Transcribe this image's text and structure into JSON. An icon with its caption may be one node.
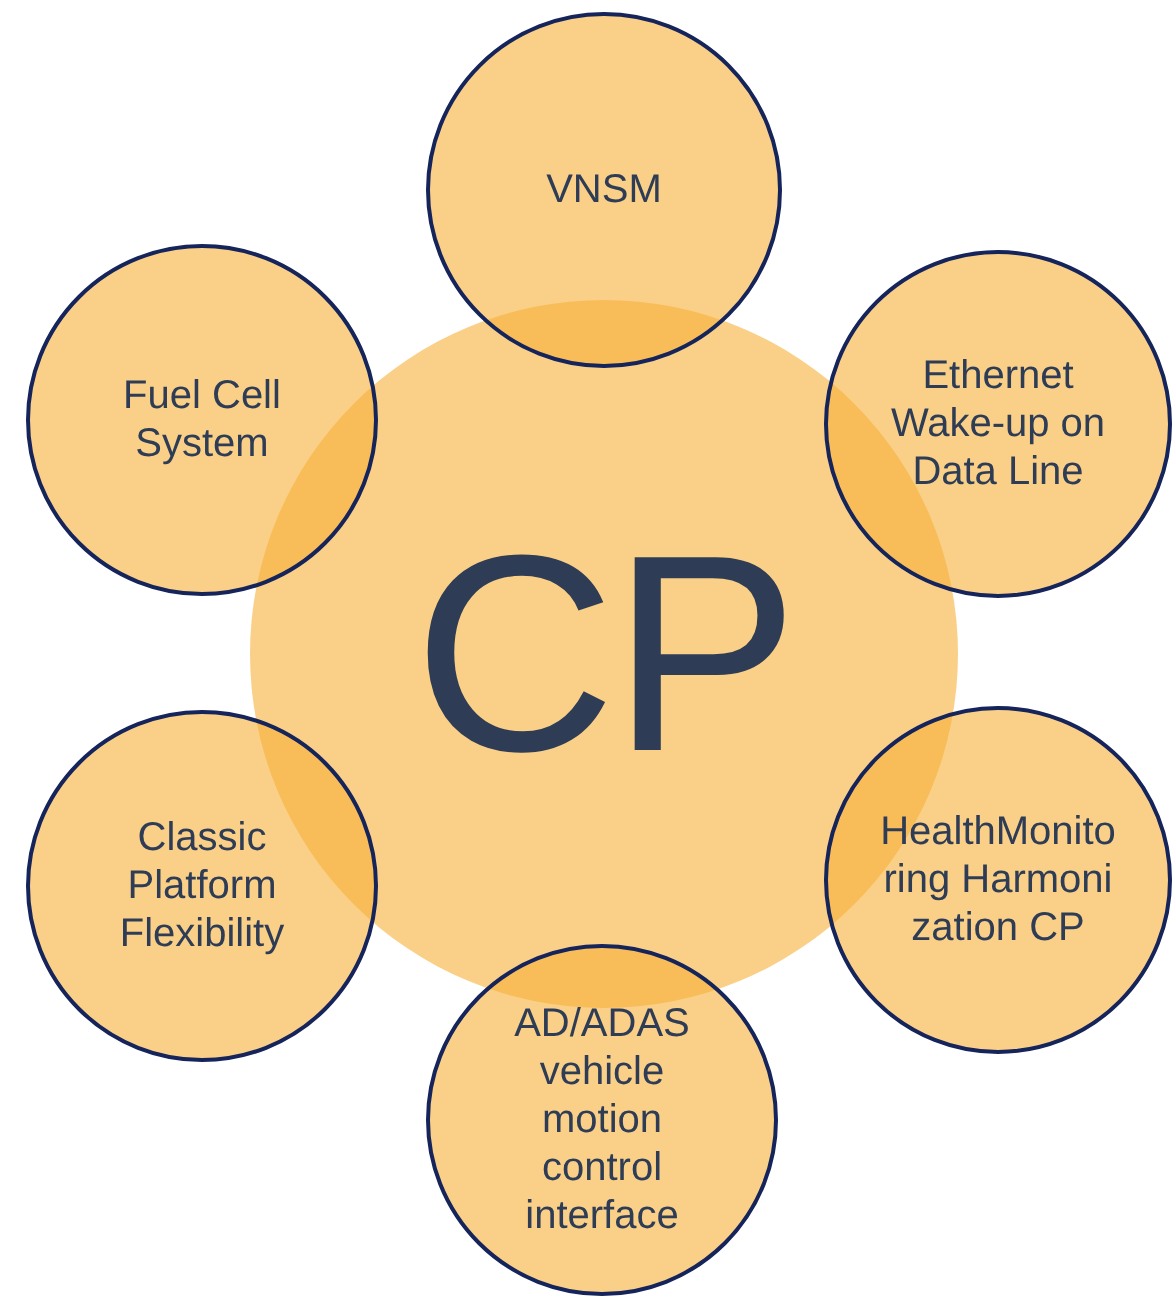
{
  "diagram": {
    "nodes": [
      {
        "text": [
          "CP"
        ]
      },
      {
        "text": [
          "VNSM"
        ]
      },
      {
        "text": [
          "Ethernet Wake-up on Data Line"
        ]
      },
      {
        "text": [
          "HealthMonitoring Harmonization CP"
        ]
      },
      {
        "text": [
          "AD/ADAS vehicle motion control interface"
        ]
      },
      {
        "text": [
          "Classic Platform Flexibility"
        ]
      },
      {
        "text": [
          "Fuel Cell System"
        ]
      }
    ]
  }
}
